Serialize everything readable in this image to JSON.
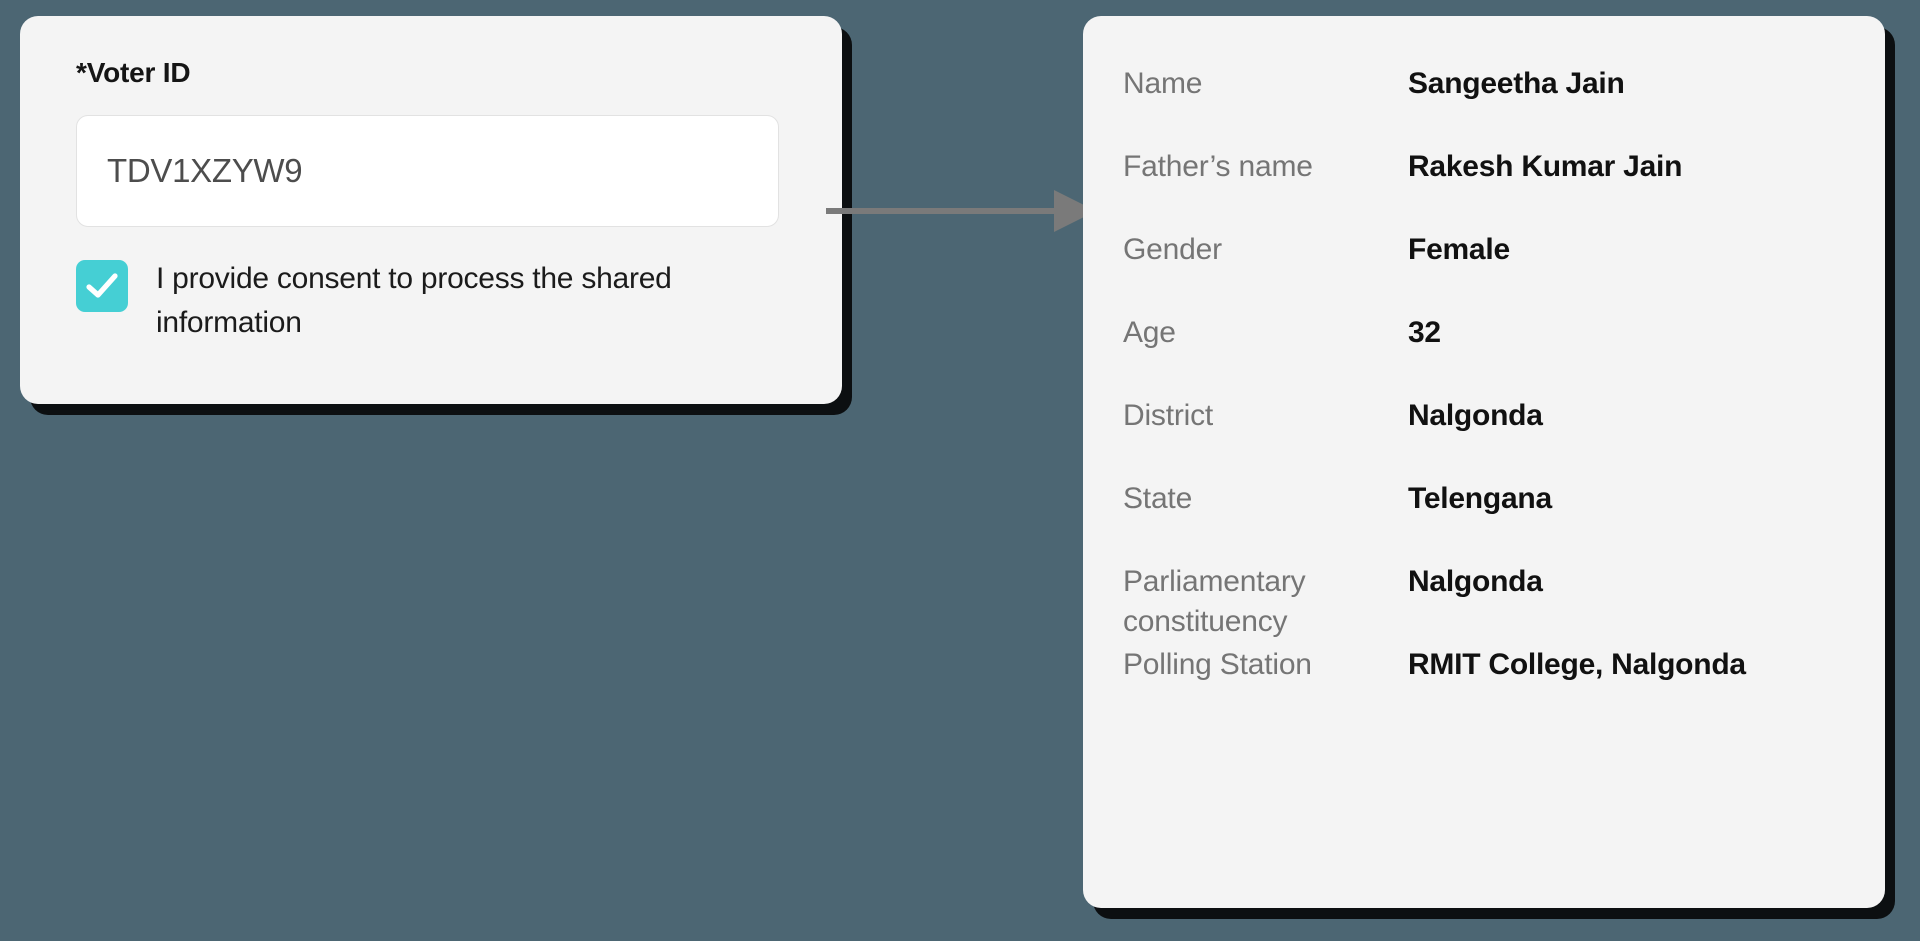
{
  "colors": {
    "page_background": "#4C6673",
    "card_background": "#F4F4F4",
    "checkbox_accent": "#45CFD4",
    "label_text": "#757575",
    "value_text": "#111111",
    "connector": "#7A7A7A"
  },
  "voter_form": {
    "field_label_required_marker": "*",
    "field_label": "Voter ID",
    "input_value": "TDV1XZYW9",
    "input_placeholder": "TDV1XZYW9",
    "consent_checked": true,
    "consent_label": "I provide consent to process the shared information",
    "checkbox_icon": "check-icon"
  },
  "connector": {
    "icon": "arrow-right-icon",
    "direction": "right"
  },
  "details": {
    "rows": [
      {
        "label": "Name",
        "value": "Sangeetha Jain"
      },
      {
        "label": "Father’s name",
        "value": "Rakesh Kumar Jain"
      },
      {
        "label": "Gender",
        "value": "Female"
      },
      {
        "label": "Age",
        "value": "32"
      },
      {
        "label": "District",
        "value": "Nalgonda"
      },
      {
        "label": "State",
        "value": "Telengana"
      },
      {
        "label": "Parliamentary constituency",
        "value": "Nalgonda"
      },
      {
        "label": "Polling Station",
        "value": "RMIT College, Nalgonda"
      }
    ]
  }
}
